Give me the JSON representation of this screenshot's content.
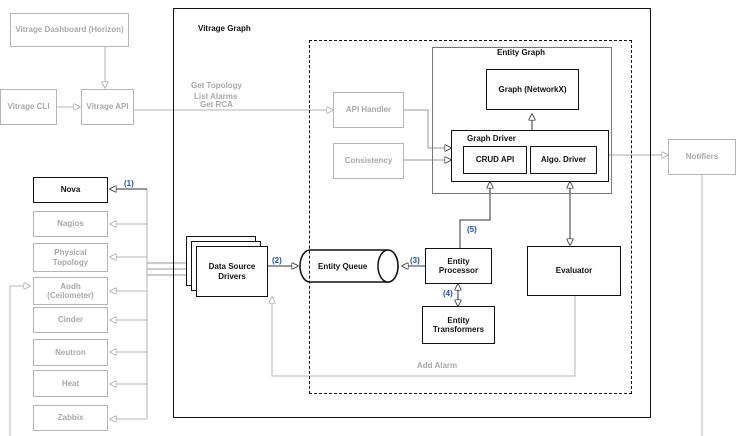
{
  "title": "Vitrage Graph",
  "entity_graph_title": "Entity Graph",
  "graph_driver_title": "Graph Driver",
  "boxes": {
    "dashboard": "Vitrage Dashboard (Horizon)",
    "cli": "Vitrage CLI",
    "api": "Vitrage API",
    "api_handler": "API Handler",
    "consistency": "Consistency",
    "networkx": "Graph (NetworkX)",
    "crud_api": "CRUD API",
    "algo_driver": "Algo. Driver",
    "notifiers": "Notifiers",
    "data_source_drivers": "Data Source Drivers",
    "entity_queue": "Entity Queue",
    "entity_processor": "Entity Processor",
    "entity_transformers": "Entity Transformers",
    "evaluator": "Evaluator"
  },
  "datasources": [
    "Nova",
    "Nagios",
    "Physical Topology",
    "Aodh (Ceilometer)",
    "Cinder",
    "Neutron",
    "Heat",
    "Zabbix"
  ],
  "api_labels": [
    "Get Topology",
    "List Alarms",
    "Get RCA"
  ],
  "add_alarm_label": "Add Alarm",
  "step_labels": [
    "(1)",
    "(2)",
    "(3)",
    "(4)",
    "(5)"
  ]
}
